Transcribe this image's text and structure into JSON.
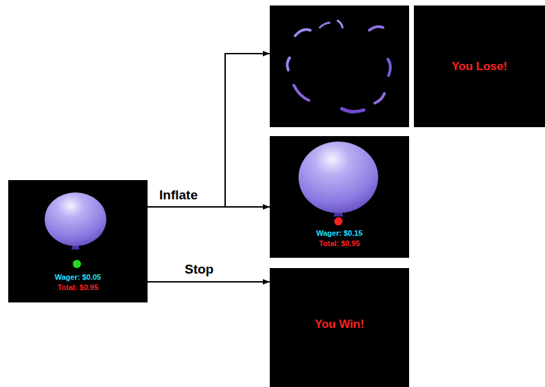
{
  "diagram": {
    "nodes": [
      {
        "text": [
          "Wager: $0.05",
          "Total: $0.95"
        ]
      },
      {
        "text": []
      },
      {
        "text": [
          "You Lose!"
        ]
      },
      {
        "text": [
          "Wager: $0.15",
          "Total: $0.95"
        ]
      },
      {
        "text": [
          "You Win!"
        ]
      }
    ],
    "edges": [
      {
        "from": 0,
        "to": 1,
        "arrow": "to",
        "label": "Inflate"
      },
      {
        "from": 0,
        "to": 3,
        "arrow": "to"
      },
      {
        "from": 0,
        "to": 4,
        "arrow": "to",
        "label": "Stop"
      }
    ]
  }
}
